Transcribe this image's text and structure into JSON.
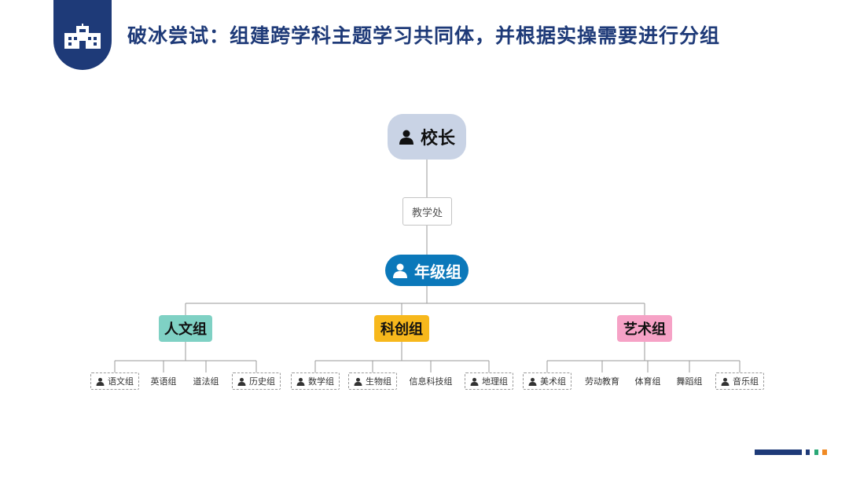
{
  "header": {
    "title": "破冰尝试：组建跨学科主题学习共同体，并根据实操需要进行分组",
    "badge_icon": "school-building-icon",
    "accent_color": "#1e3a78"
  },
  "org": {
    "principal": "校长",
    "office": "教学处",
    "grade_group": "年级组",
    "groups": [
      {
        "name": "人文组",
        "color": "#7fd1c4",
        "subs": [
          "语文组",
          "英语组",
          "道法组",
          "历史组"
        ]
      },
      {
        "name": "科创组",
        "color": "#f7b81c",
        "subs": [
          "数学组",
          "生物组",
          "信息科技组",
          "地理组"
        ]
      },
      {
        "name": "艺术组",
        "color": "#f6a2c6",
        "subs": [
          "美术组",
          "劳动教育",
          "体育组",
          "舞蹈组",
          "音乐组"
        ]
      }
    ]
  },
  "footer": {
    "colors": [
      "#1e3a78",
      "#1e3a78",
      "#2aa876",
      "#f08a24"
    ]
  }
}
